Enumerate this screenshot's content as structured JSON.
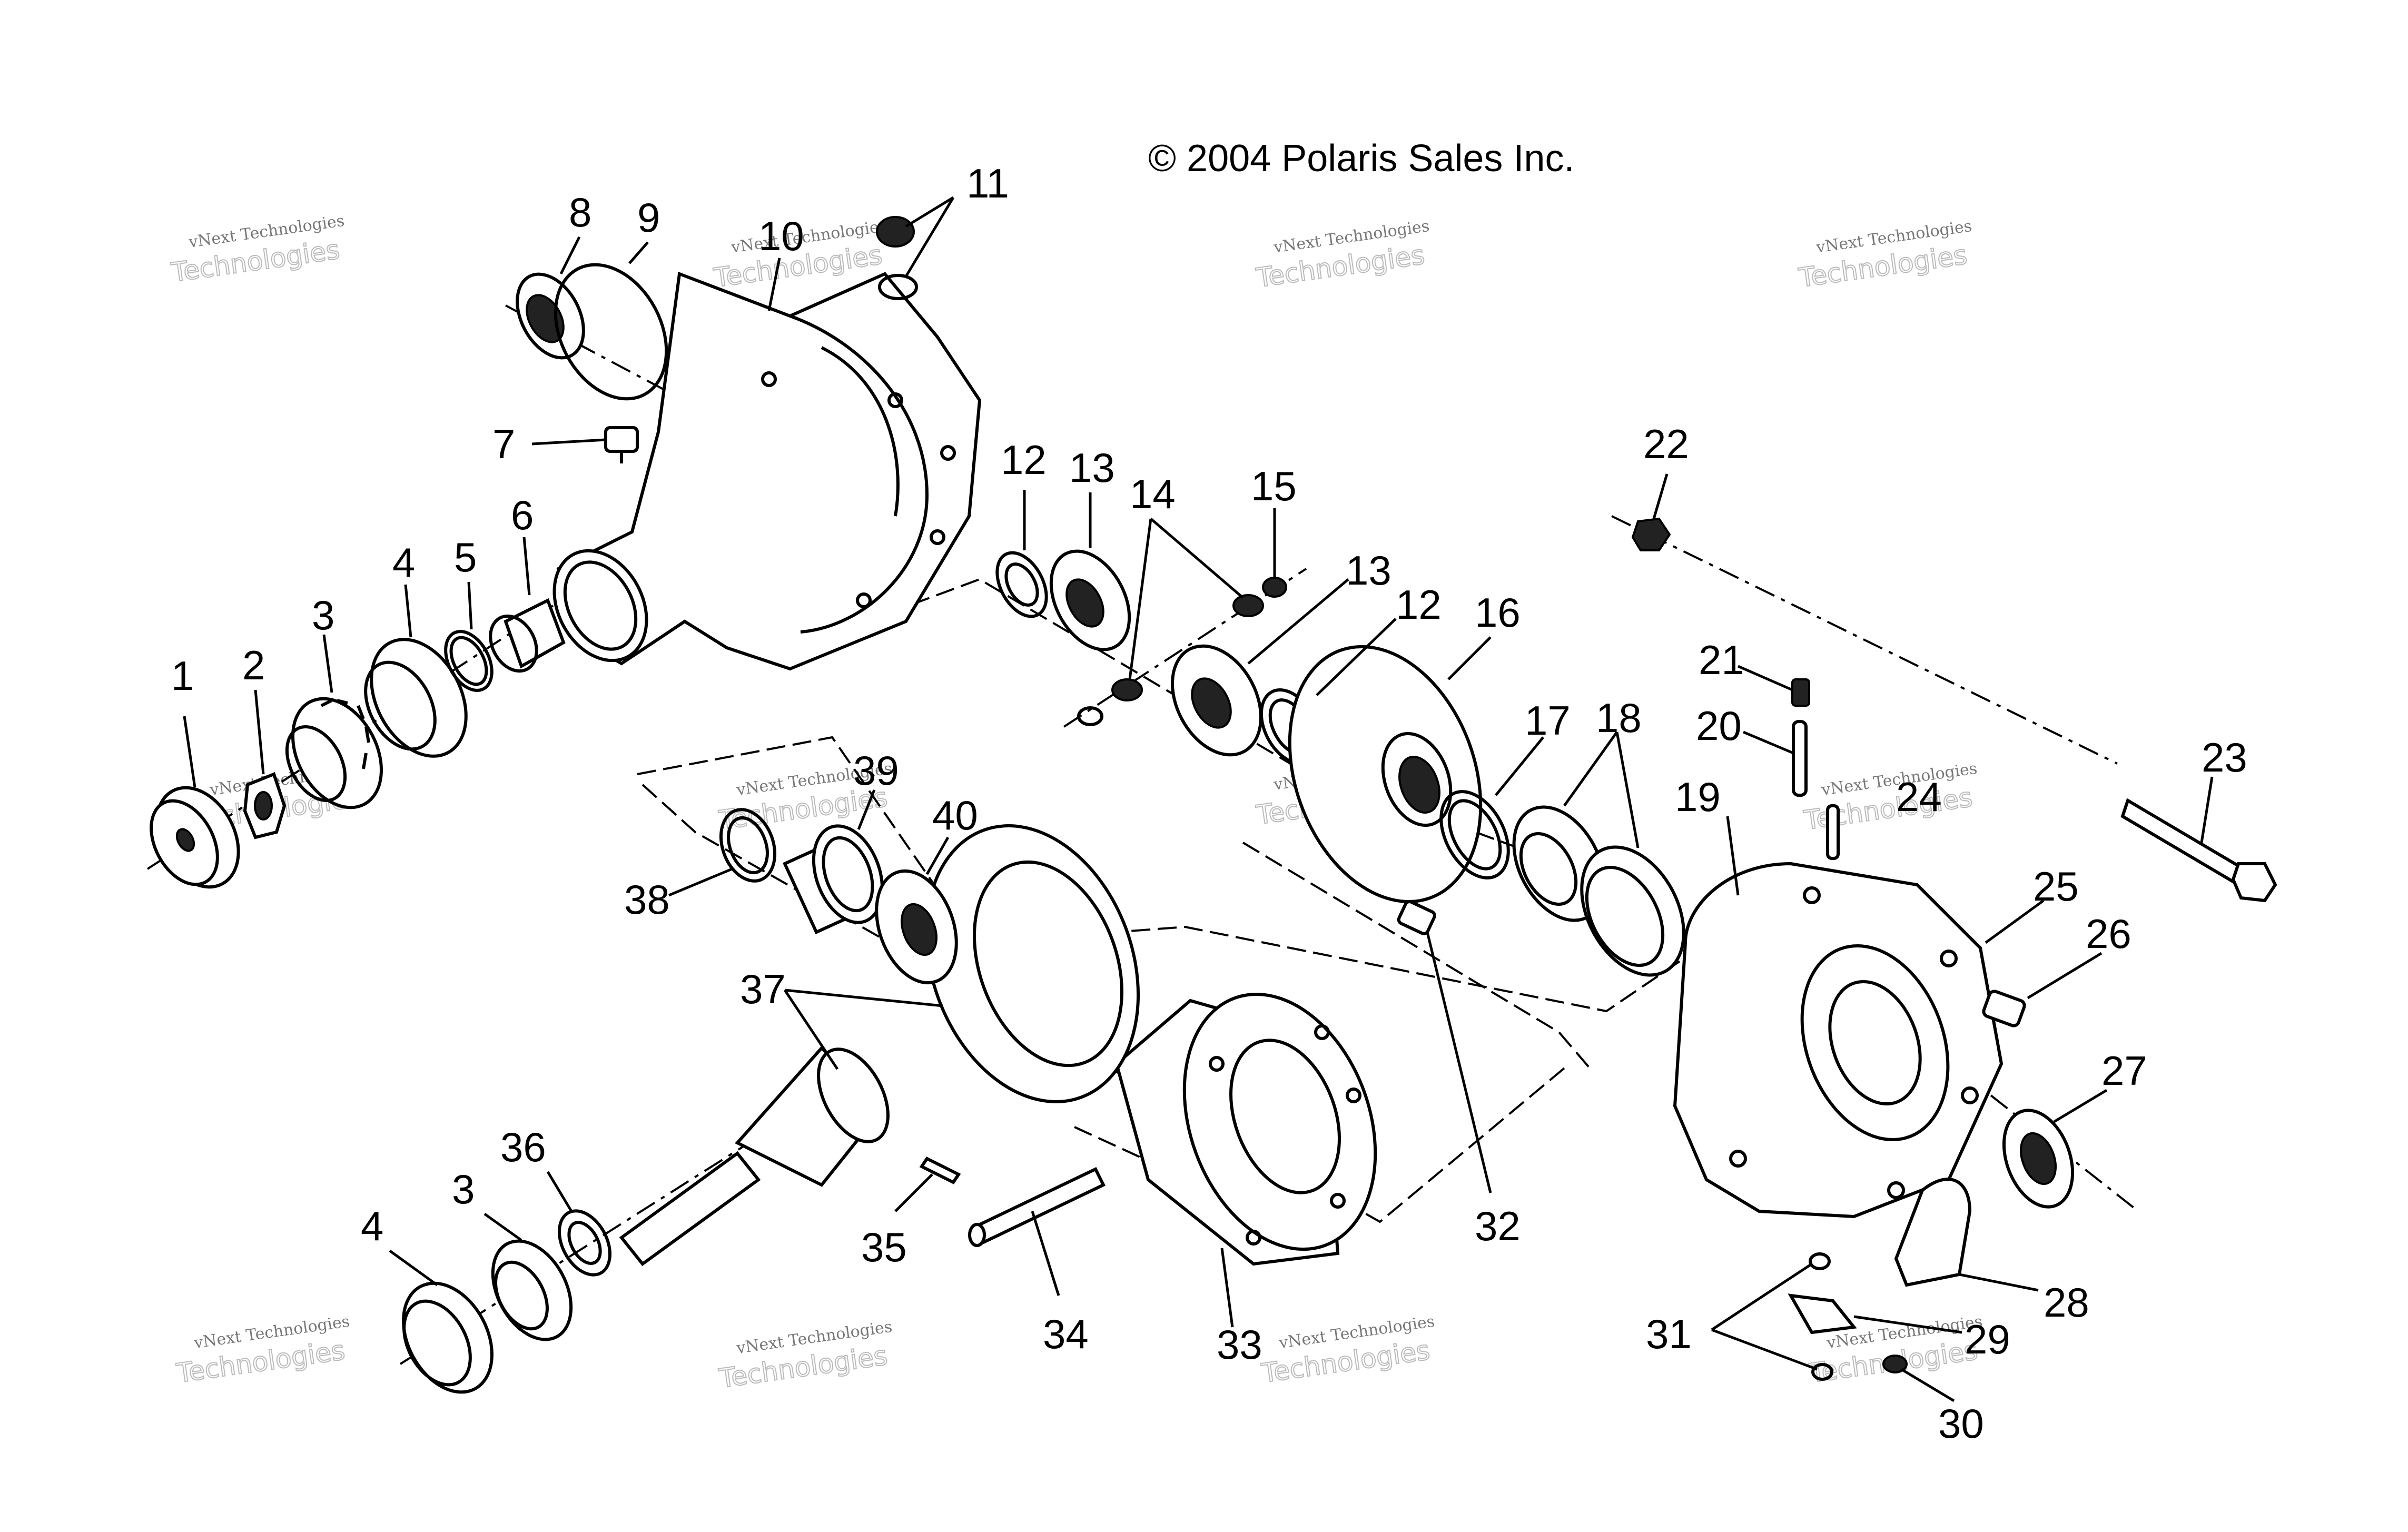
{
  "copyright": "© 2004 Polaris Sales Inc.",
  "watermark": {
    "line1": "vNext Technologies",
    "line2": "Technologies"
  },
  "callouts": {
    "c1": "1",
    "c2": "2",
    "c3a": "3",
    "c3b": "3",
    "c4a": "4",
    "c4b": "4",
    "c5": "5",
    "c6": "6",
    "c7": "7",
    "c8": "8",
    "c9": "9",
    "c10": "10",
    "c11": "11",
    "c12a": "12",
    "c12b": "12",
    "c13a": "13",
    "c13b": "13",
    "c14": "14",
    "c15": "15",
    "c16": "16",
    "c17": "17",
    "c18": "18",
    "c19": "19",
    "c20": "20",
    "c21": "21",
    "c22": "22",
    "c23": "23",
    "c24": "24",
    "c25": "25",
    "c26": "26",
    "c27": "27",
    "c28": "28",
    "c29": "29",
    "c30": "30",
    "c31": "31",
    "c32": "32",
    "c33": "33",
    "c34": "34",
    "c35": "35",
    "c36": "36",
    "c37": "37",
    "c38": "38",
    "c39": "39",
    "c40": "40"
  }
}
